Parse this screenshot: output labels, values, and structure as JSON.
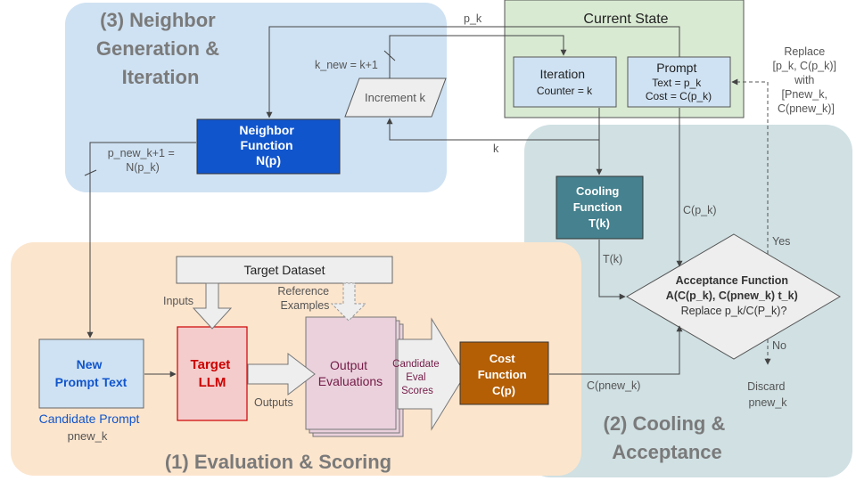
{
  "regions": {
    "neighbor_title": [
      "(3) Neighbor",
      "Generation &",
      "Iteration"
    ],
    "cooling_title": [
      "(2) Cooling &",
      "Acceptance"
    ],
    "evaluation_title": "(1) Evaluation & Scoring"
  },
  "current_state": {
    "title": "Current State",
    "iteration": [
      "Iteration",
      "Counter = k"
    ],
    "prompt": [
      "Prompt",
      "Text = p_k",
      "Cost = C(p_k)"
    ]
  },
  "boxes": {
    "increment": "Increment k",
    "neighbor_function": [
      "Neighbor",
      "Function",
      "N(p)"
    ],
    "cooling_function": [
      "Cooling",
      "Function",
      "T(k)"
    ],
    "acceptance": [
      "Acceptance Function",
      "A(C(p_k), C(pnew_k) t_k)",
      "Replace p_k/C(P_k)?"
    ],
    "target_dataset": "Target Dataset",
    "new_prompt": [
      "New",
      "Prompt Text"
    ],
    "target_llm": [
      "Target",
      "LLM"
    ],
    "output_evaluations": [
      "Output",
      "Evaluations"
    ],
    "candidate_scores": [
      "Candidate",
      "Eval",
      "Scores"
    ],
    "cost_function": [
      "Cost",
      "Function",
      "C(p)"
    ]
  },
  "labels": {
    "p_k": "p_k",
    "k_new": "k_new = k+1",
    "k": "k",
    "p_new": [
      "p_new_k+1 =",
      "N(p_k)"
    ],
    "c_pk": "C(p_k)",
    "t_k": "T(k)",
    "yes": "Yes",
    "no": "No",
    "discard": [
      "Discard",
      "pnew_k"
    ],
    "replace": [
      "Replace",
      "[p_k, C(p_k)]",
      "with",
      "[Pnew_k,",
      "C(pnew_k)]"
    ],
    "inputs": "Inputs",
    "reference_examples": [
      "Reference",
      "Examples"
    ],
    "outputs": "Outputs",
    "c_pnew": "C(pnew_k)",
    "candidate_prompt": "Candidate Prompt",
    "pnew_k": "pnew_k"
  },
  "colors": {
    "neighbor_bg": "#cfe2f3",
    "cooling_bg": "#d0e0e3",
    "evaluation_bg": "#fce5cd",
    "state_bg": "#d9ead3",
    "neighbor_fn": "#1155cc",
    "cooling_fn": "#45818e",
    "cost_fn": "#b45f06",
    "llm_fill": "#f4cccc",
    "llm_text": "#cc0000",
    "eval_fill": "#ead1dc",
    "new_prompt_text": "#1155cc"
  }
}
